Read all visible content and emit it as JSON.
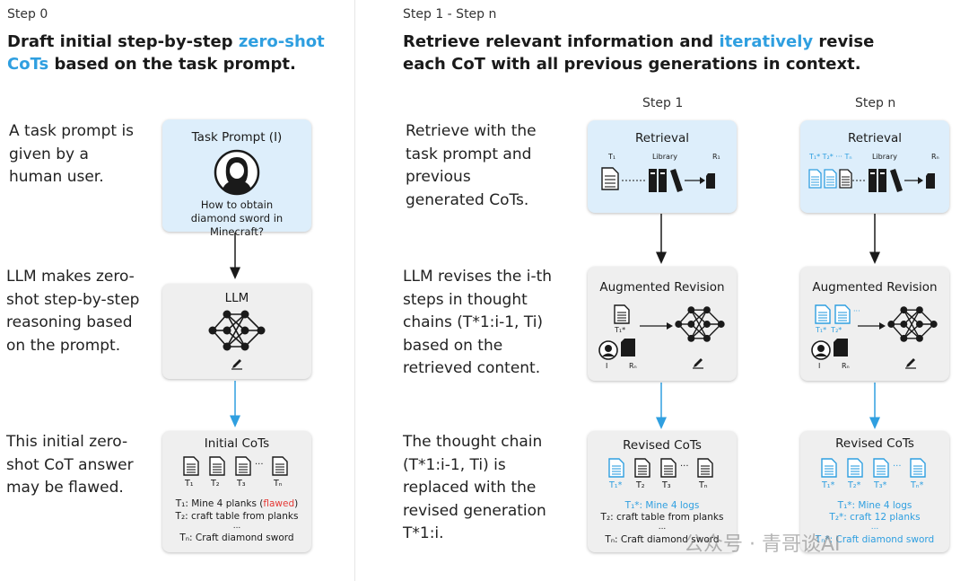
{
  "left": {
    "step_label": "Step 0",
    "heading_pre": "Draft initial step-by-step ",
    "heading_hl": "zero-shot CoTs",
    "heading_post": " based on the task prompt.",
    "desc1": "A task prompt is given by a human user.",
    "desc2": "LLM makes zero-shot step-by-step reasoning based on the prompt.",
    "desc3": "This initial zero-shot CoT answer may be flawed.",
    "task_box": {
      "title": "Task Prompt (I)",
      "question": "How to obtain diamond sword in Minecraft?"
    },
    "llm_box": {
      "title": "LLM"
    },
    "initial_box": {
      "title": "Initial CoTs",
      "labels": [
        "T₁",
        "T₂",
        "T₃",
        "Tₙ"
      ],
      "line1_pre": "T₁: Mine 4 planks (",
      "line1_flag": "flawed",
      "line1_post": ")",
      "line2": "T₂: craft table from planks",
      "ellipsis": "...",
      "line3": "Tₙ: Craft diamond sword"
    }
  },
  "right": {
    "step_label": "Step 1 - Step n",
    "heading_pre": "Retrieve relevant information and ",
    "heading_hl": "iteratively",
    "heading_post": " revise each CoT with all previous generations in context.",
    "desc1": "Retrieve with the task prompt and previous generated CoTs.",
    "desc2": "LLM revises the i-th steps in thought chains (T*1:i-1, Ti) based on the retrieved content.",
    "desc3": "The thought chain (T*1:i-1, Ti) is replaced with the revised generation T*1:i.",
    "col1_head": "Step 1",
    "coln_head": "Step n",
    "retrieval_title": "Retrieval",
    "library_label": "Library",
    "col1_retr": {
      "t_label": "T₁",
      "r_label": "R₁"
    },
    "coln_retr": {
      "t_label": "T₁* T₂* ··· Tₙ",
      "r_label": "Rₙ"
    },
    "aug_title": "Augmented Revision",
    "col1_aug": {
      "t_label": "T₁*",
      "i_label": "I",
      "r_label": "Rₙ"
    },
    "coln_aug": {
      "t_label": "T₁*  T₂*",
      "i_label": "I",
      "r_label": "Rₙ"
    },
    "revised_title": "Revised CoTs",
    "col1_rev": {
      "labels": [
        "T₁*",
        "T₂",
        "T₃",
        "Tₙ"
      ],
      "line1": "T₁*: Mine 4 logs",
      "line2": "T₂: craft table from planks",
      "ellipsis": "...",
      "line3": "Tₙ: Craft diamond sword"
    },
    "coln_rev": {
      "labels": [
        "T₁*",
        "T₂*",
        "T₃*",
        "Tₙ*"
      ],
      "line1": "T₁*: Mine 4 logs",
      "line2": "T₂*: craft 12 planks",
      "ellipsis": "...",
      "line3": "Tₙ*: Craft diamond sword"
    },
    "watermark": "公众号 · 青哥谈AI"
  },
  "colors": {
    "accent": "#2f9fe0",
    "blue_box": "#ddeefb",
    "gray_box": "#efefef",
    "flag": "#e53935"
  }
}
